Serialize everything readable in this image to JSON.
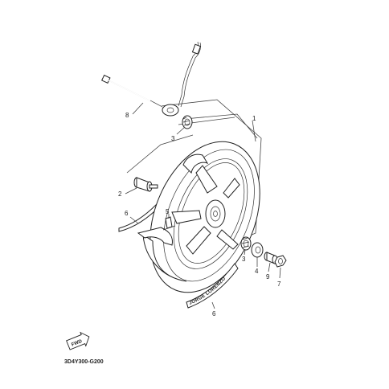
{
  "callouts": {
    "p1": "1",
    "p2": "2",
    "p3a": "3",
    "p3b": "3",
    "p4": "4",
    "p5": "5",
    "p6a": "6",
    "p6b": "6",
    "p7": "7",
    "p8": "8",
    "p9": "9"
  },
  "decal_text": "JORGE LORENZO",
  "fwd_label": "FWD",
  "drawing_code": "3D4Y300-G200"
}
